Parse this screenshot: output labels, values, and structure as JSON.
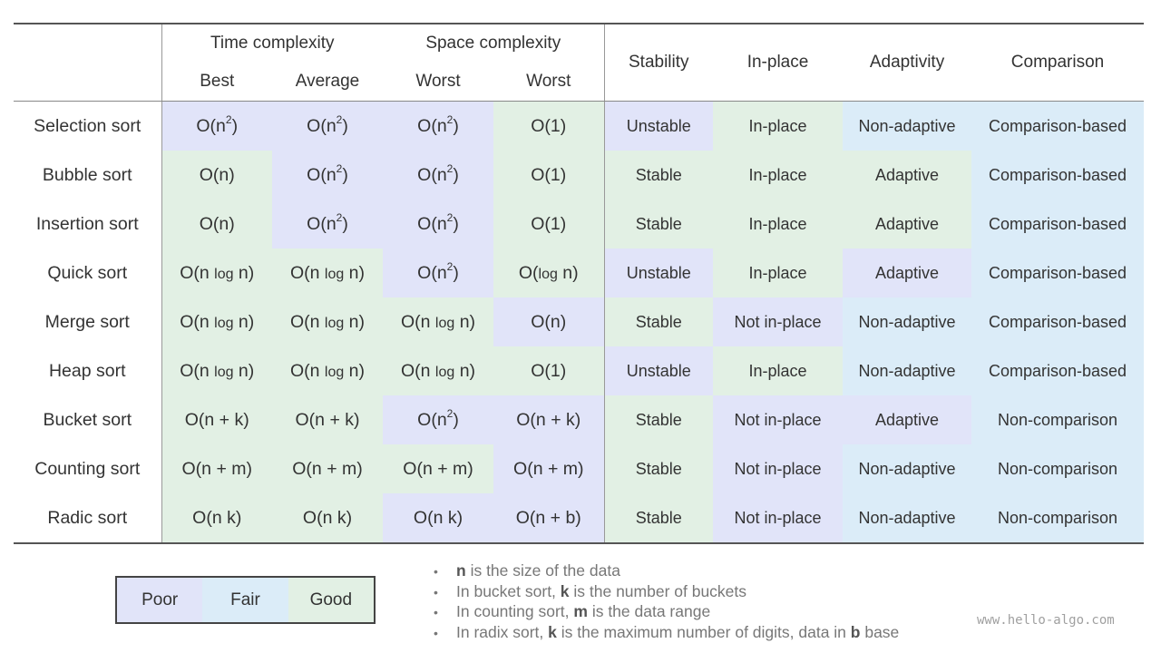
{
  "colors": {
    "poor": "#e1e4f9",
    "fair": "#dbecf8",
    "good": "#e2f0e4"
  },
  "header": {
    "group_time": "Time complexity",
    "group_space": "Space complexity",
    "sub_best": "Best",
    "sub_average": "Average",
    "sub_worst_time": "Worst",
    "sub_worst_space": "Worst",
    "stability": "Stability",
    "in_place": "In-place",
    "adaptivity": "Adaptivity",
    "comparison": "Comparison"
  },
  "legend": {
    "poor": "Poor",
    "fair": "Fair",
    "good": "Good"
  },
  "notes": [
    {
      "bullet": "•",
      "pre": "",
      "bold": "n",
      "post": " is the size of the data"
    },
    {
      "bullet": "•",
      "pre": "In bucket sort, ",
      "bold": "k",
      "post": " is the number of buckets"
    },
    {
      "bullet": "•",
      "pre": "In counting sort, ",
      "bold": "m",
      "post": " is the data range"
    },
    {
      "bullet": "•",
      "pre": "In radix sort, ",
      "bold": "k",
      "post": " is the maximum number of digits, data in ",
      "bold2": "b",
      "post2": " base"
    }
  ],
  "watermark": "www.hello-algo.com",
  "chart_data": {
    "type": "table",
    "columns": [
      "Best",
      "Average",
      "Worst",
      "Worst",
      "Stability",
      "In-place",
      "Adaptivity",
      "Comparison"
    ],
    "rows": [
      {
        "name": "Selection sort",
        "cells": [
          {
            "base": "O(n",
            "sup": "2",
            "tail": ")",
            "rating": "poor"
          },
          {
            "base": "O(n",
            "sup": "2",
            "tail": ")",
            "rating": "poor"
          },
          {
            "base": "O(n",
            "sup": "2",
            "tail": ")",
            "rating": "poor"
          },
          {
            "base": "O(1)",
            "rating": "good"
          },
          {
            "text": "Unstable",
            "rating": "poor"
          },
          {
            "text": "In-place",
            "rating": "good"
          },
          {
            "text": "Non-adaptive",
            "rating": "fair"
          },
          {
            "text": "Comparison-based",
            "rating": "fair"
          }
        ]
      },
      {
        "name": "Bubble sort",
        "cells": [
          {
            "base": "O(n)",
            "rating": "good"
          },
          {
            "base": "O(n",
            "sup": "2",
            "tail": ")",
            "rating": "poor"
          },
          {
            "base": "O(n",
            "sup": "2",
            "tail": ")",
            "rating": "poor"
          },
          {
            "base": "O(1)",
            "rating": "good"
          },
          {
            "text": "Stable",
            "rating": "good"
          },
          {
            "text": "In-place",
            "rating": "good"
          },
          {
            "text": "Adaptive",
            "rating": "good"
          },
          {
            "text": "Comparison-based",
            "rating": "fair"
          }
        ]
      },
      {
        "name": "Insertion sort",
        "cells": [
          {
            "base": "O(n)",
            "rating": "good"
          },
          {
            "base": "O(n",
            "sup": "2",
            "tail": ")",
            "rating": "poor"
          },
          {
            "base": "O(n",
            "sup": "2",
            "tail": ")",
            "rating": "poor"
          },
          {
            "base": "O(1)",
            "rating": "good"
          },
          {
            "text": "Stable",
            "rating": "good"
          },
          {
            "text": "In-place",
            "rating": "good"
          },
          {
            "text": "Adaptive",
            "rating": "good"
          },
          {
            "text": "Comparison-based",
            "rating": "fair"
          }
        ]
      },
      {
        "name": "Quick sort",
        "cells": [
          {
            "base": "O(n ",
            "log": "log",
            "tail": " n)",
            "rating": "good"
          },
          {
            "base": "O(n ",
            "log": "log",
            "tail": " n)",
            "rating": "good"
          },
          {
            "base": "O(n",
            "sup": "2",
            "tail": ")",
            "rating": "poor"
          },
          {
            "base": "O(",
            "log": "log",
            "tail": " n)",
            "rating": "good"
          },
          {
            "text": "Unstable",
            "rating": "poor"
          },
          {
            "text": "In-place",
            "rating": "good"
          },
          {
            "text": "Adaptive",
            "rating": "poor"
          },
          {
            "text": "Comparison-based",
            "rating": "fair"
          }
        ]
      },
      {
        "name": "Merge sort",
        "cells": [
          {
            "base": "O(n ",
            "log": "log",
            "tail": " n)",
            "rating": "good"
          },
          {
            "base": "O(n ",
            "log": "log",
            "tail": " n)",
            "rating": "good"
          },
          {
            "base": "O(n ",
            "log": "log",
            "tail": " n)",
            "rating": "good"
          },
          {
            "base": "O(n)",
            "rating": "poor"
          },
          {
            "text": "Stable",
            "rating": "good"
          },
          {
            "text": "Not in-place",
            "rating": "poor"
          },
          {
            "text": "Non-adaptive",
            "rating": "fair"
          },
          {
            "text": "Comparison-based",
            "rating": "fair"
          }
        ]
      },
      {
        "name": "Heap sort",
        "cells": [
          {
            "base": "O(n ",
            "log": "log",
            "tail": " n)",
            "rating": "good"
          },
          {
            "base": "O(n ",
            "log": "log",
            "tail": " n)",
            "rating": "good"
          },
          {
            "base": "O(n ",
            "log": "log",
            "tail": " n)",
            "rating": "good"
          },
          {
            "base": "O(1)",
            "rating": "good"
          },
          {
            "text": "Unstable",
            "rating": "poor"
          },
          {
            "text": "In-place",
            "rating": "good"
          },
          {
            "text": "Non-adaptive",
            "rating": "fair"
          },
          {
            "text": "Comparison-based",
            "rating": "fair"
          }
        ]
      },
      {
        "name": "Bucket sort",
        "cells": [
          {
            "base": "O(n + k)",
            "rating": "good"
          },
          {
            "base": "O(n + k)",
            "rating": "good"
          },
          {
            "base": "O(n",
            "sup": "2",
            "tail": ")",
            "rating": "poor"
          },
          {
            "base": "O(n + k)",
            "rating": "poor"
          },
          {
            "text": "Stable",
            "rating": "good"
          },
          {
            "text": "Not in-place",
            "rating": "poor"
          },
          {
            "text": "Adaptive",
            "rating": "poor"
          },
          {
            "text": "Non-comparison",
            "rating": "fair"
          }
        ]
      },
      {
        "name": "Counting sort",
        "cells": [
          {
            "base": "O(n + m)",
            "rating": "good"
          },
          {
            "base": "O(n + m)",
            "rating": "good"
          },
          {
            "base": "O(n + m)",
            "rating": "good"
          },
          {
            "base": "O(n + m)",
            "rating": "poor"
          },
          {
            "text": "Stable",
            "rating": "good"
          },
          {
            "text": "Not in-place",
            "rating": "poor"
          },
          {
            "text": "Non-adaptive",
            "rating": "fair"
          },
          {
            "text": "Non-comparison",
            "rating": "fair"
          }
        ]
      },
      {
        "name": "Radic sort",
        "cells": [
          {
            "base": "O(n k)",
            "rating": "good"
          },
          {
            "base": "O(n k)",
            "rating": "good"
          },
          {
            "base": "O(n k)",
            "rating": "poor"
          },
          {
            "base": "O(n + b)",
            "rating": "poor"
          },
          {
            "text": "Stable",
            "rating": "good"
          },
          {
            "text": "Not in-place",
            "rating": "poor"
          },
          {
            "text": "Non-adaptive",
            "rating": "fair"
          },
          {
            "text": "Non-comparison",
            "rating": "fair"
          }
        ]
      }
    ]
  }
}
